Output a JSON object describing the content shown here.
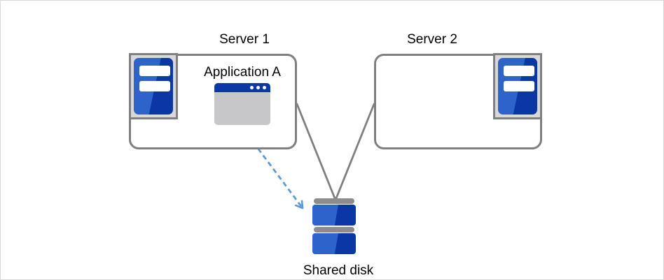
{
  "diagram": {
    "type": "server-cluster-architecture",
    "nodes": [
      {
        "id": "server1",
        "label": "Server 1",
        "icon": "server-icon"
      },
      {
        "id": "application-a",
        "label": "Application A",
        "icon": "app-window-icon",
        "parent": "server1"
      },
      {
        "id": "server2",
        "label": "Server 2",
        "icon": "server-icon"
      },
      {
        "id": "shared-disk",
        "label": "Shared disk",
        "icon": "disk-stack-icon"
      }
    ],
    "edges": [
      {
        "from": "server1",
        "to": "shared-disk",
        "style": "solid-gray-line"
      },
      {
        "from": "server2",
        "to": "shared-disk",
        "style": "solid-gray-line"
      },
      {
        "from": "application-a",
        "to": "shared-disk",
        "style": "dashed-blue-arrow"
      }
    ],
    "colors": {
      "connector_gray": "#7f7f7f",
      "arrow_blue": "#5b9bd5",
      "icon_blue_light": "#2e63cc",
      "icon_blue_dark": "#0a37a5",
      "window_titlebar_blue": "#0b38a6",
      "window_body_gray": "#c7c7ca",
      "icon_frame_fill": "#d9d9d9",
      "icon_frame_border": "#808080",
      "disk_cap_gray": "#8c8c8c",
      "box_border_gray": "#7f7f7f"
    }
  }
}
